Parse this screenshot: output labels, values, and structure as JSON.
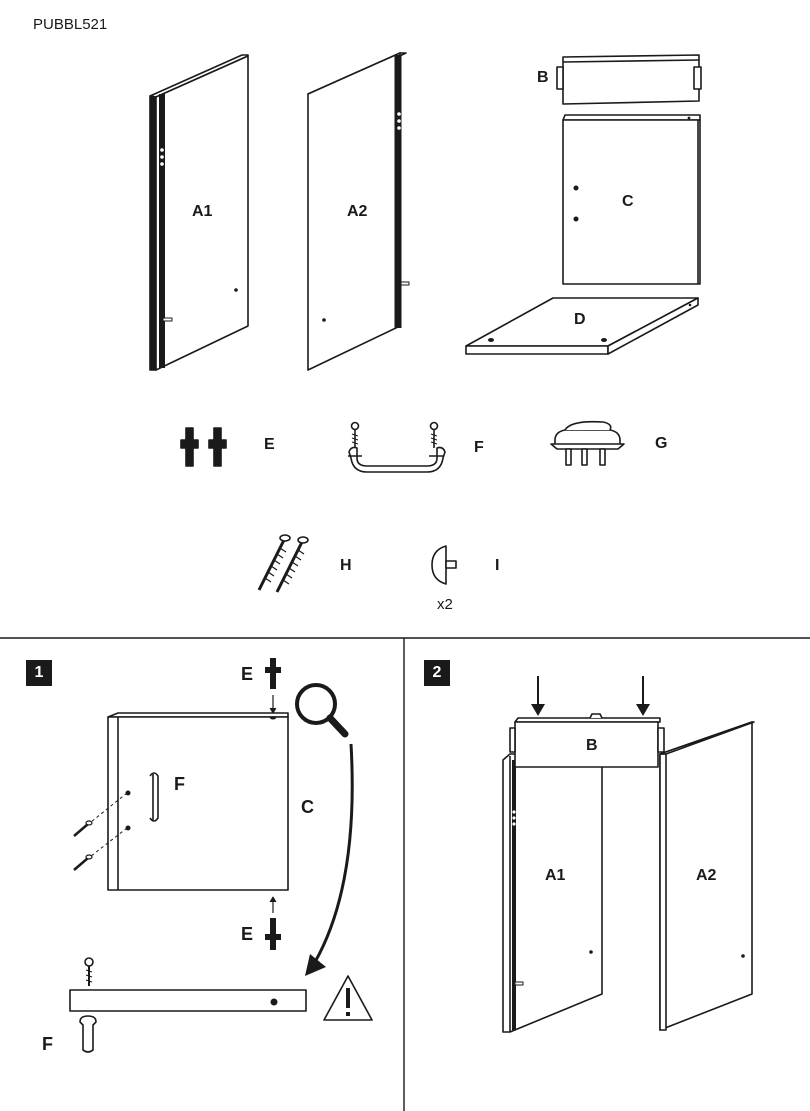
{
  "document": {
    "code": "PUBBL521"
  },
  "parts": {
    "a1": "A1",
    "a2": "A2",
    "b": "B",
    "c": "C",
    "d": "D",
    "e": "E",
    "f": "F",
    "g": "G",
    "h": "H",
    "i": "I",
    "i_qty": "x2"
  },
  "step1": {
    "number": "1",
    "label_e_top": "E",
    "label_f_side": "F",
    "label_c": "C",
    "label_e_bottom": "E",
    "label_f_bottom": "F"
  },
  "step2": {
    "number": "2",
    "label_b": "B",
    "label_a1": "A1",
    "label_a2": "A2"
  }
}
